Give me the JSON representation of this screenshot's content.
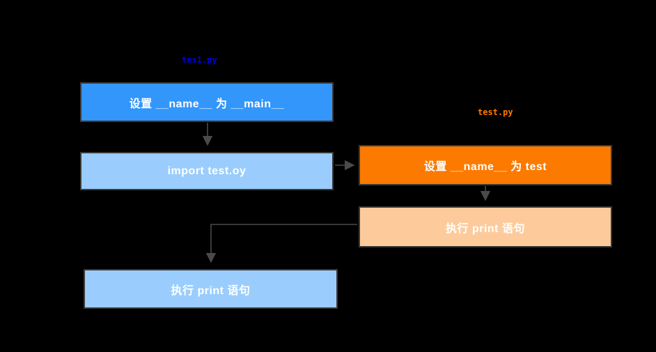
{
  "diagram": {
    "background_color": "#000000",
    "border_color": "#3a3a3a",
    "arrow_color": "#4a4a4a",
    "labels": [
      {
        "id": "tes1",
        "text": "tes1.py",
        "color": "#0000e0"
      },
      {
        "id": "test",
        "text": "test.py",
        "color": "#fc7a00"
      }
    ],
    "nodes": [
      {
        "id": "node-main-set",
        "text": "设置 __name__ 为 __main__",
        "fill": "#3396fb",
        "text_color": "#ffffff"
      },
      {
        "id": "node-import",
        "text": "import test.oy",
        "fill": "#9acdfd",
        "text_color": "#ffffff"
      },
      {
        "id": "node-main-print",
        "text": "执行 print 语句",
        "fill": "#9acdfd",
        "text_color": "#ffffff"
      },
      {
        "id": "node-test-set",
        "text": "设置 __name__ 为 test",
        "fill": "#fc7a00",
        "text_color": "#ffffff"
      },
      {
        "id": "node-test-print",
        "text": "执行 print 语句",
        "fill": "#fdcb9b",
        "text_color": "#ffffff"
      }
    ],
    "edges": [
      {
        "from": "node-main-set",
        "to": "node-import",
        "kind": "vertical-down"
      },
      {
        "from": "node-import",
        "to": "node-test-set",
        "kind": "horizontal-right"
      },
      {
        "from": "node-test-set",
        "to": "node-test-print",
        "kind": "vertical-down"
      },
      {
        "from": "node-test-print",
        "to": "node-main-print",
        "kind": "elbow-left-down"
      }
    ]
  }
}
